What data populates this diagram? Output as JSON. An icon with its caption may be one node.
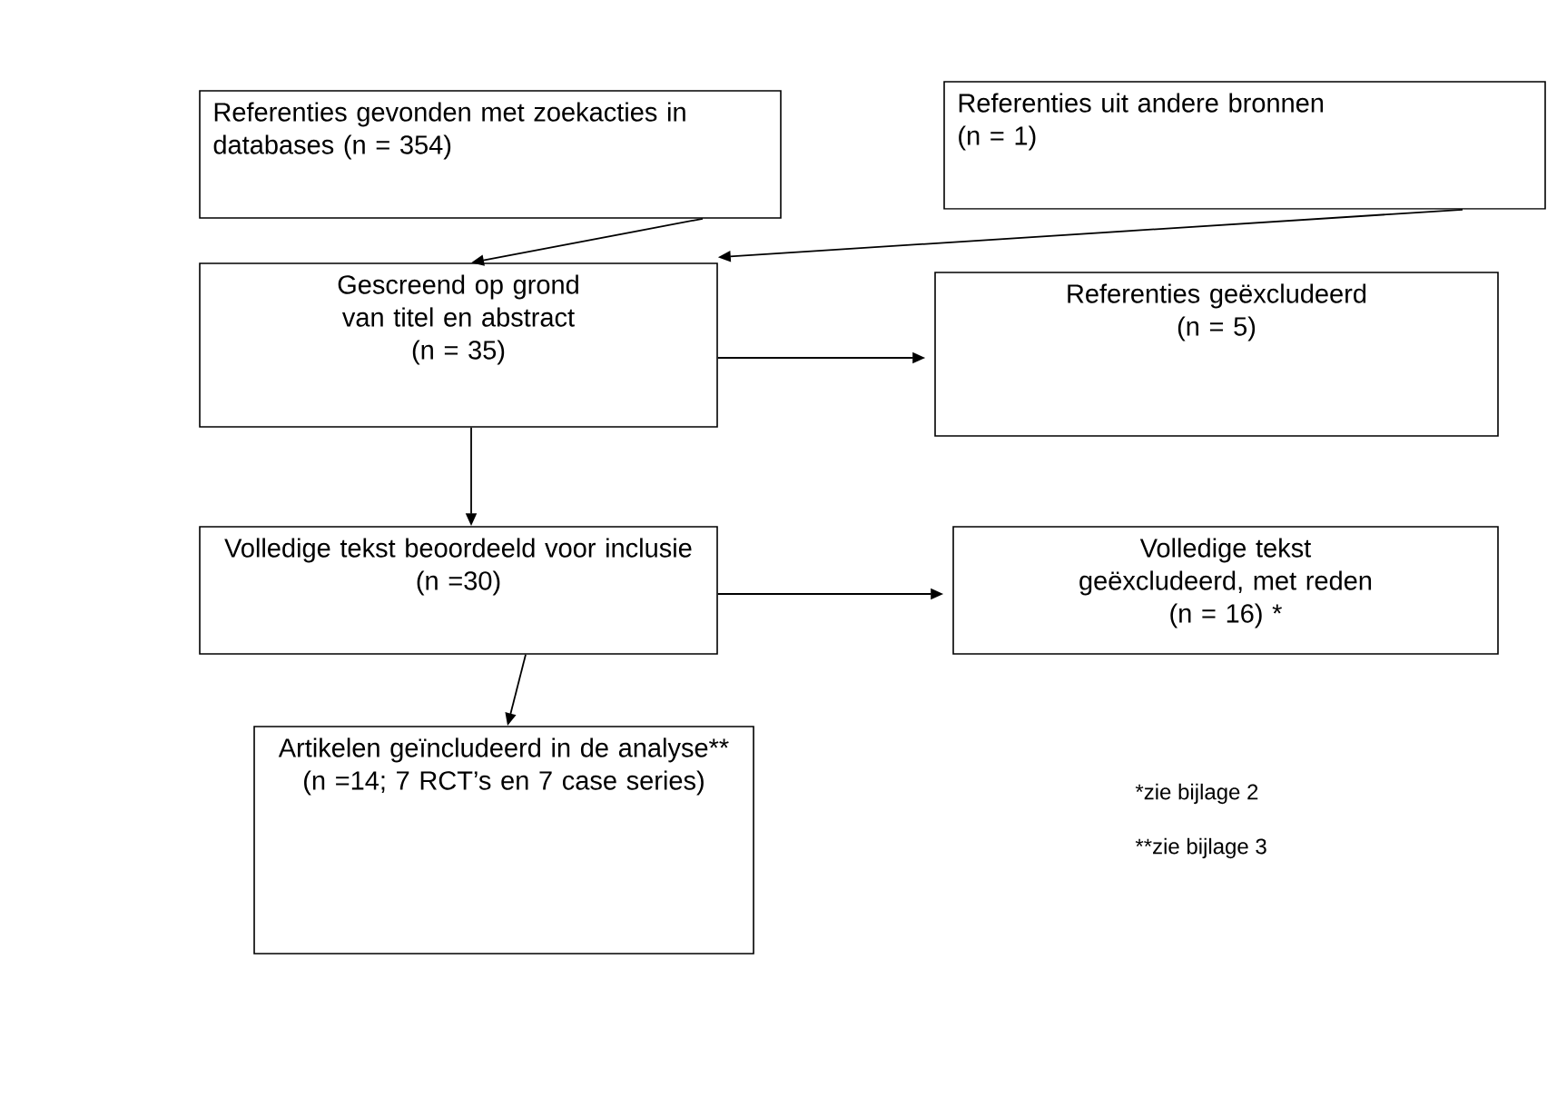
{
  "diagram": {
    "nodes": [
      {
        "text": [
          "Referenties gevonden met zoekacties in databases (n = 354)"
        ]
      },
      {
        "text": [
          "Referenties uit andere bronnen (n = 1)"
        ]
      },
      {
        "text": [
          "Gescreend op grond van titel en abstract",
          "(n = 35)"
        ]
      },
      {
        "text": [
          "Referenties geëxcludeerd",
          "(n = 5)"
        ]
      },
      {
        "text": [
          "Volledige tekst beoordeeld voor inclusie",
          "(n =30)"
        ]
      },
      {
        "text": [
          "Volledige tekst geëxcludeerd, met reden",
          "(n = 16) *"
        ]
      },
      {
        "text": [
          "Artikelen geïncludeerd in de analyse**",
          "(n =14; 7 RCT’s en 7 case series)"
        ]
      }
    ],
    "edges": [
      {
        "from": 0,
        "to": 2,
        "arrow": "to"
      },
      {
        "from": 1,
        "to": 2,
        "arrow": "to"
      },
      {
        "from": 2,
        "to": 3,
        "arrow": "to"
      },
      {
        "from": 2,
        "to": 4,
        "arrow": "to"
      },
      {
        "from": 4,
        "to": 5,
        "arrow": "to"
      },
      {
        "from": 4,
        "to": 6,
        "arrow": "to"
      }
    ],
    "labels": [
      "*zie bijlage 2",
      "**zie bijlage 3"
    ]
  }
}
